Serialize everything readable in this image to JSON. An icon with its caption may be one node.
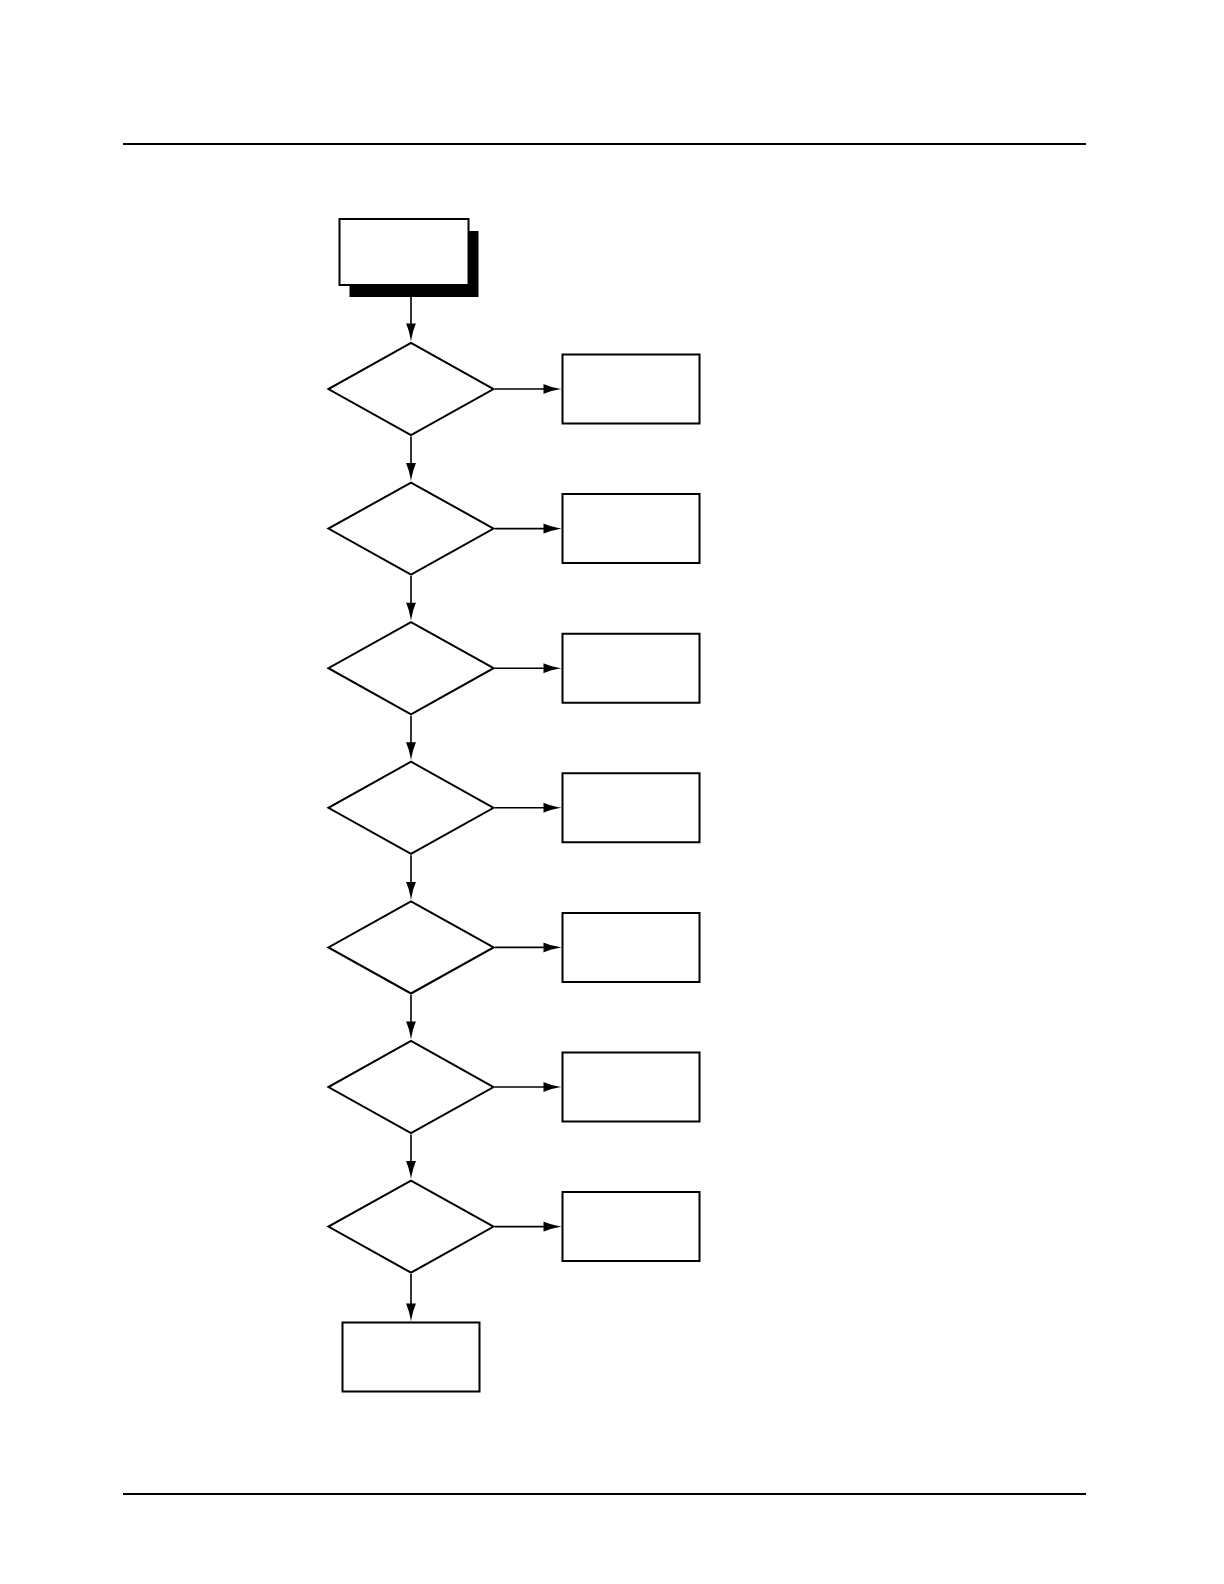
{
  "diagram": {
    "nodes": [
      {
        "text": [],
        "shape": "box"
      },
      {
        "text": [],
        "shape": "diamond"
      },
      {
        "text": [],
        "shape": "box"
      },
      {
        "text": [],
        "shape": "diamond"
      },
      {
        "text": [],
        "shape": "box"
      },
      {
        "text": [],
        "shape": "diamond"
      },
      {
        "text": [],
        "shape": "box"
      },
      {
        "text": [],
        "shape": "diamond"
      },
      {
        "text": [],
        "shape": "box"
      },
      {
        "text": [],
        "shape": "diamond"
      },
      {
        "text": [],
        "shape": "box"
      },
      {
        "text": [],
        "shape": "diamond"
      },
      {
        "text": [],
        "shape": "box"
      },
      {
        "text": [],
        "shape": "diamond"
      },
      {
        "text": [],
        "shape": "box"
      },
      {
        "text": [],
        "shape": "box"
      }
    ],
    "edges": [
      {
        "from": 0,
        "to": 1,
        "arrow": "to"
      },
      {
        "from": 1,
        "to": 2,
        "arrow": "to"
      },
      {
        "from": 1,
        "to": 3,
        "arrow": "to"
      },
      {
        "from": 3,
        "to": 4,
        "arrow": "to"
      },
      {
        "from": 3,
        "to": 5,
        "arrow": "to"
      },
      {
        "from": 5,
        "to": 6,
        "arrow": "to"
      },
      {
        "from": 5,
        "to": 7,
        "arrow": "to"
      },
      {
        "from": 7,
        "to": 8,
        "arrow": "to"
      },
      {
        "from": 7,
        "to": 9,
        "arrow": "to"
      },
      {
        "from": 9,
        "to": 10,
        "arrow": "to"
      },
      {
        "from": 9,
        "to": 11,
        "arrow": "to"
      },
      {
        "from": 11,
        "to": 12,
        "arrow": "to"
      },
      {
        "from": 11,
        "to": 13,
        "arrow": "to"
      },
      {
        "from": 13,
        "to": 14,
        "arrow": "to"
      },
      {
        "from": 13,
        "to": 15,
        "arrow": "to"
      }
    ]
  }
}
